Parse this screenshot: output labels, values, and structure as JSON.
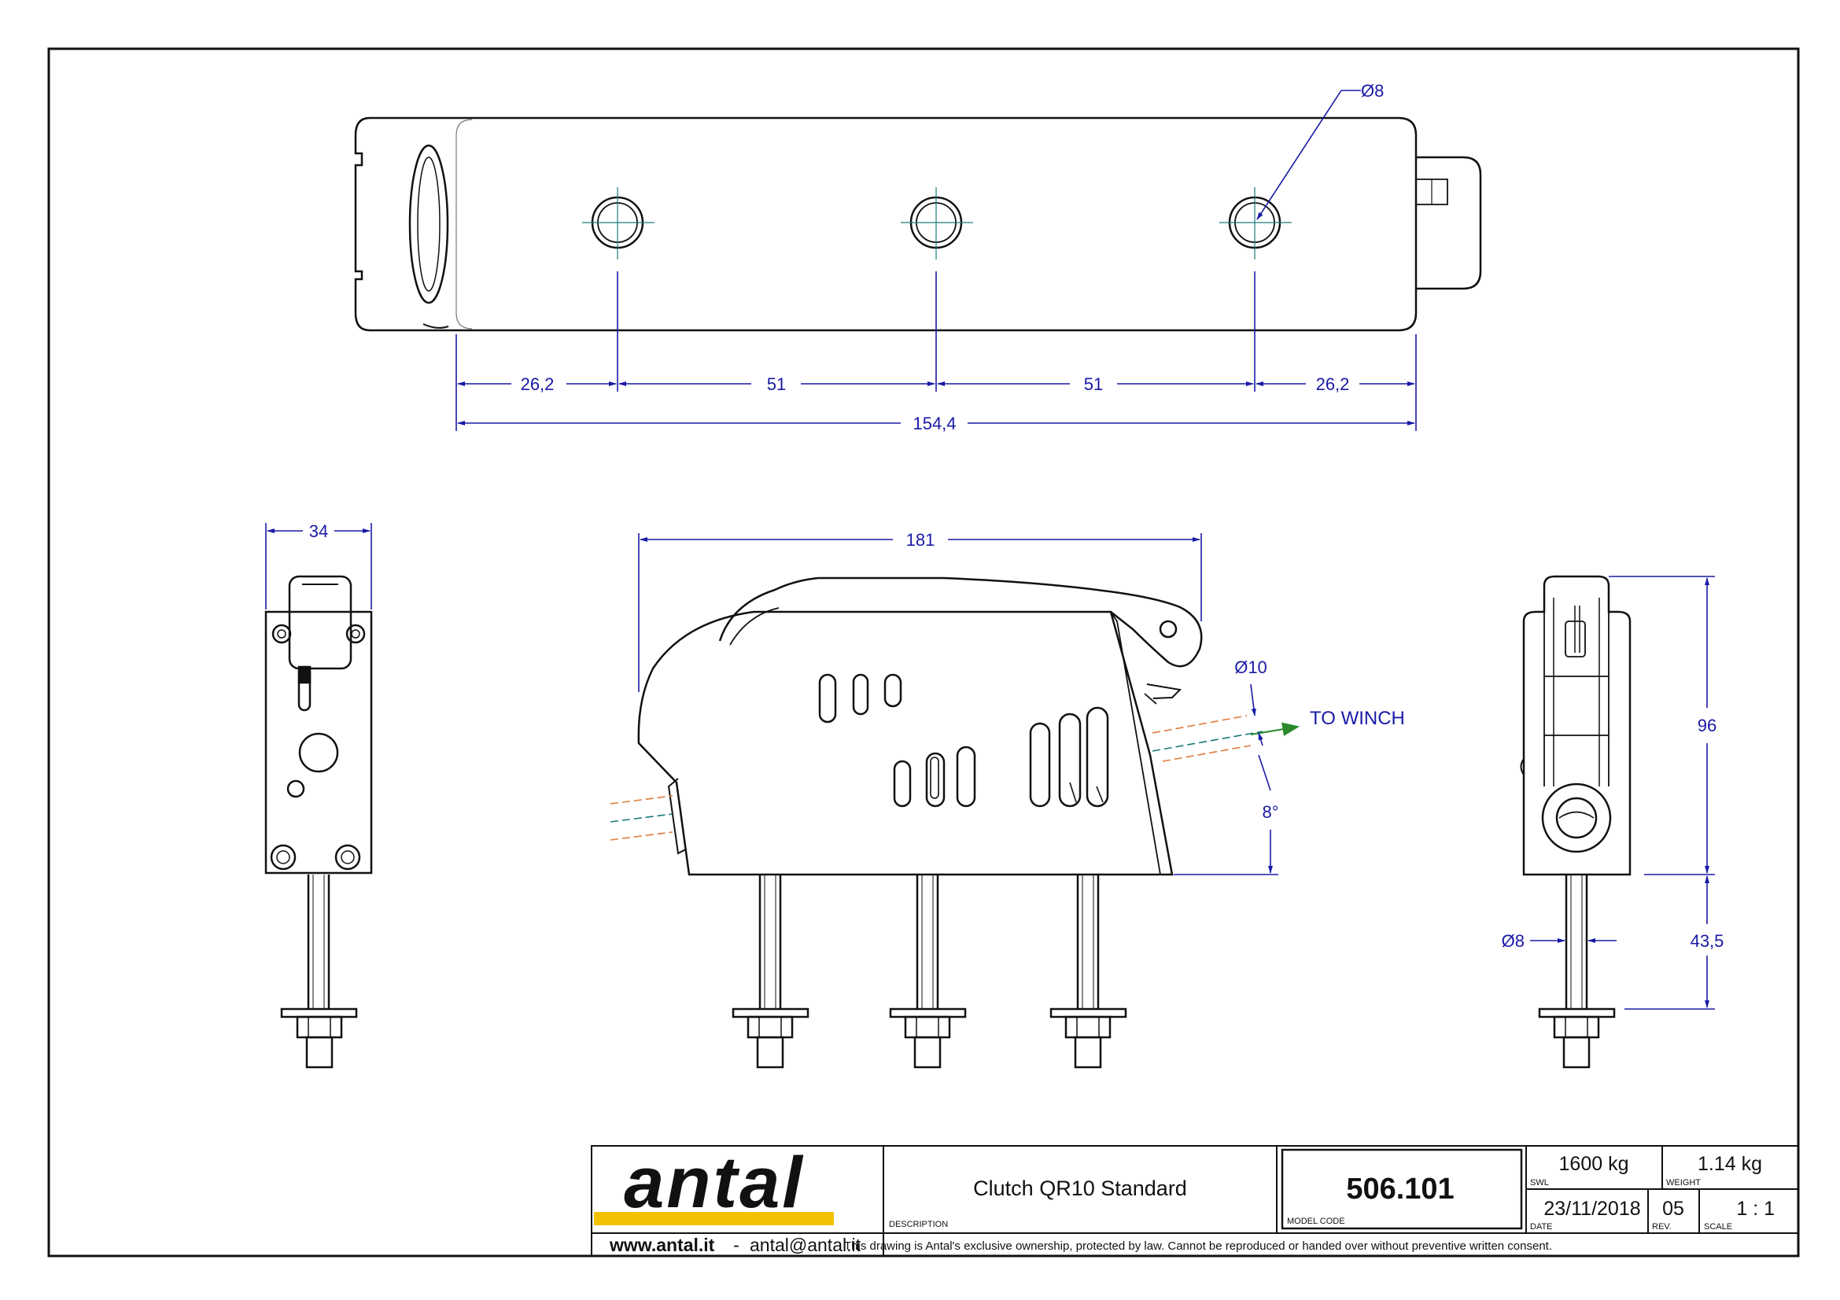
{
  "colors": {
    "line": "#111111",
    "dimension": "#1a1aa6",
    "centerline": "#1a7a7a",
    "rope_orange": "#e07a3a",
    "arrow_green": "#2a8a2a",
    "brand_yellow": "#f2c200"
  },
  "dimensions": {
    "top": {
      "hole_diameter": "Ø8",
      "seg1": "26,2",
      "seg2": "51",
      "seg3": "51",
      "seg4": "26,2",
      "overall": "154,4"
    },
    "left": {
      "width": "34"
    },
    "front": {
      "length": "181",
      "rope_diameter": "Ø10",
      "angle": "8°",
      "to_winch": "TO WINCH"
    },
    "right": {
      "height": "96",
      "stud_length": "43,5",
      "stud_diameter": "Ø8"
    }
  },
  "title_block": {
    "logo": "antal",
    "contact_website": "www.antal.it",
    "contact_separator": "-",
    "contact_email": "antal@antal.it",
    "description": "Clutch QR10 Standard",
    "description_label": "DESCRIPTION",
    "model_code": "506.101",
    "model_code_label": "MODEL CODE",
    "swl": "1600 kg",
    "swl_label": "SWL",
    "weight": "1.14 kg",
    "weight_label": "WEIGHT",
    "date": "23/11/2018",
    "date_label": "DATE",
    "rev": "05",
    "rev_label": "REV.",
    "scale": "1 : 1",
    "scale_label": "SCALE",
    "disclaimer": "This drawing is Antal's exclusive ownership, protected by law. Cannot be reproduced or handed over without preventive written consent."
  }
}
